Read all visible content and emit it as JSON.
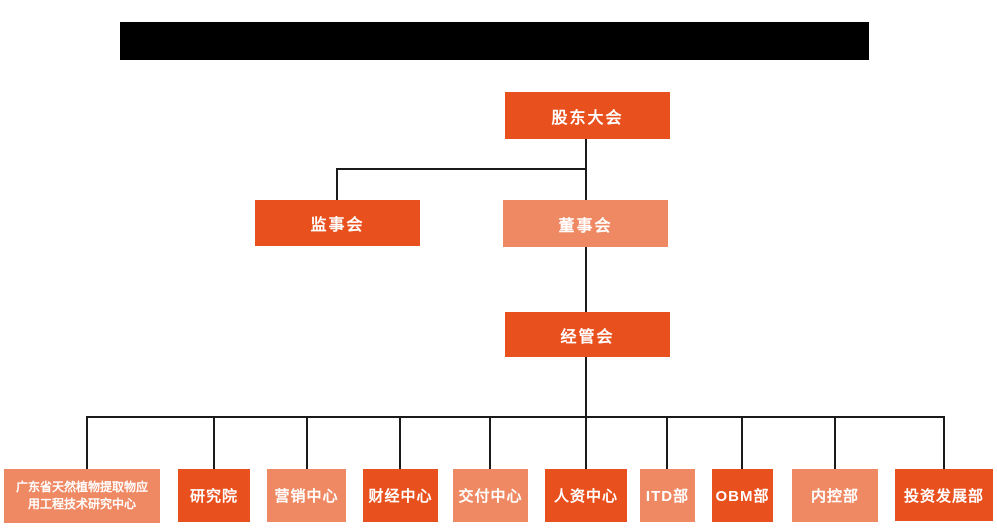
{
  "colors": {
    "primary": "#e8501e",
    "secondary": "#ef8963",
    "line": "#1a1a1a",
    "text": "#ffffff",
    "titlebar": "#000000",
    "background": "#ffffff"
  },
  "org": {
    "root": {
      "label": "股东大会",
      "variant": "primary"
    },
    "level2": [
      {
        "label": "监事会",
        "variant": "primary"
      },
      {
        "label": "董事会",
        "variant": "secondary"
      }
    ],
    "level3": {
      "label": "经管会",
      "variant": "primary"
    },
    "departments": [
      {
        "label": "广东省天然植物提取物应用工程技术研究中心",
        "variant": "secondary"
      },
      {
        "label": "研究院",
        "variant": "primary"
      },
      {
        "label": "营销中心",
        "variant": "secondary"
      },
      {
        "label": "财经中心",
        "variant": "primary"
      },
      {
        "label": "交付中心",
        "variant": "secondary"
      },
      {
        "label": "人资中心",
        "variant": "primary"
      },
      {
        "label": "ITD部",
        "variant": "secondary"
      },
      {
        "label": "OBM部",
        "variant": "primary"
      },
      {
        "label": "内控部",
        "variant": "secondary"
      },
      {
        "label": "投资发展部",
        "variant": "primary"
      }
    ]
  }
}
